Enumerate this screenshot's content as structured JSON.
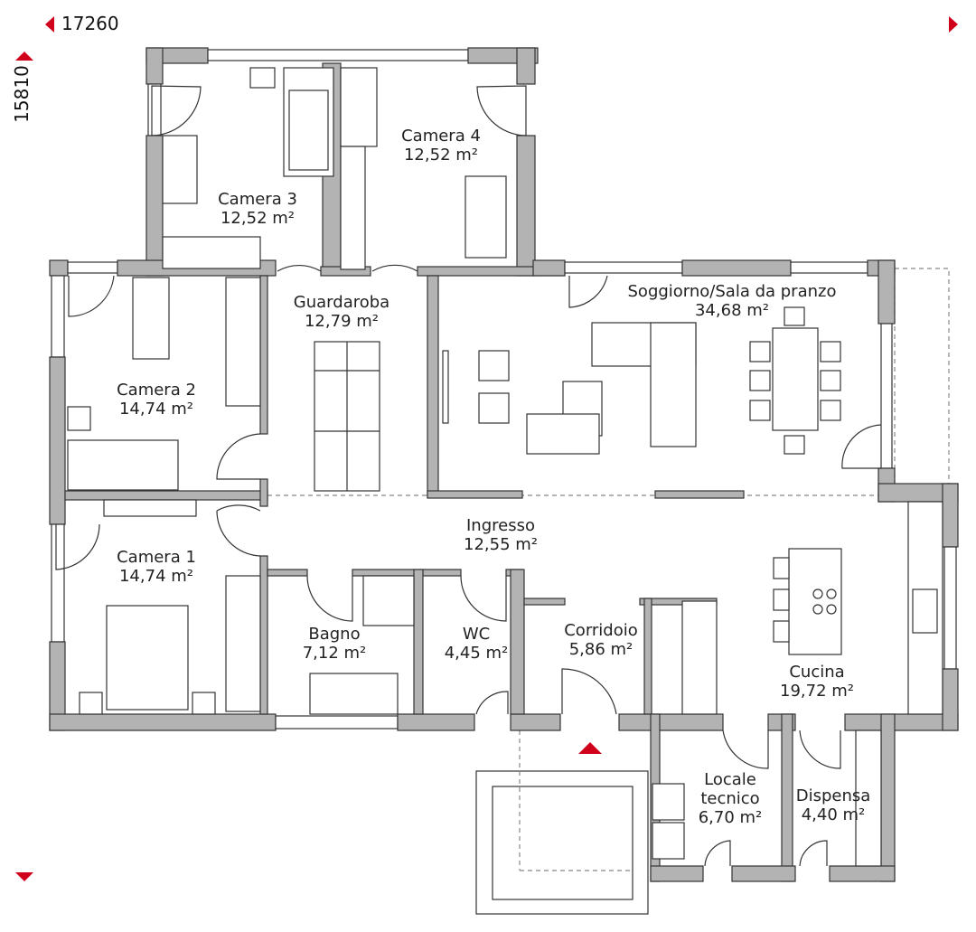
{
  "dimensions": {
    "width": "17260",
    "depth": "15810"
  },
  "colors": {
    "accent": "#d0021b",
    "wall": "#b3b3b3",
    "line": "#333333"
  },
  "rooms": [
    {
      "name": "Camera 3",
      "area": "12,52 m²"
    },
    {
      "name": "Camera 4",
      "area": "12,52 m²"
    },
    {
      "name": "Guardaroba",
      "area": "12,79 m²"
    },
    {
      "name": "Soggiorno/Sala da pranzo",
      "area": "34,68 m²"
    },
    {
      "name": "Camera 2",
      "area": "14,74 m²"
    },
    {
      "name": "Ingresso",
      "area": "12,55 m²"
    },
    {
      "name": "Camera 1",
      "area": "14,74 m²"
    },
    {
      "name": "Bagno",
      "area": "7,12 m²"
    },
    {
      "name": "WC",
      "area": "4,45 m²"
    },
    {
      "name": "Corridoio",
      "area": "5,86 m²"
    },
    {
      "name": "Cucina",
      "area": "19,72 m²"
    },
    {
      "name": "Locale tecnico",
      "area": "6,70 m²"
    },
    {
      "name": "Dispensa",
      "area": "4,40 m²"
    }
  ]
}
